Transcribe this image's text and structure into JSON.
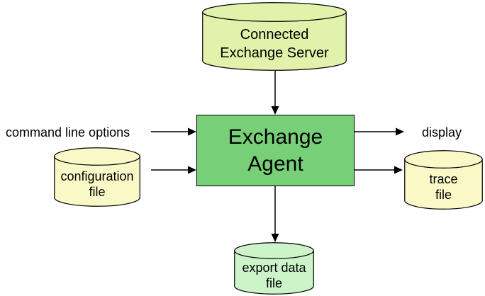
{
  "diagram": {
    "server": {
      "lines": [
        "Connected",
        "Exchange Server"
      ]
    },
    "agent": {
      "lines": [
        "Exchange",
        "Agent"
      ]
    },
    "command_line_label": "command line options",
    "config": {
      "lines": [
        "configuration",
        "file"
      ]
    },
    "display_label": "display",
    "trace": {
      "lines": [
        "trace",
        "file"
      ]
    },
    "export": {
      "lines": [
        "export data",
        "file"
      ]
    }
  },
  "colors": {
    "server_fill": "#e3f2ab",
    "agent_fill": "#77d077",
    "file_fill": "#f9f8c6",
    "export_fill": "#cdf3c9",
    "stroke": "#000000"
  }
}
